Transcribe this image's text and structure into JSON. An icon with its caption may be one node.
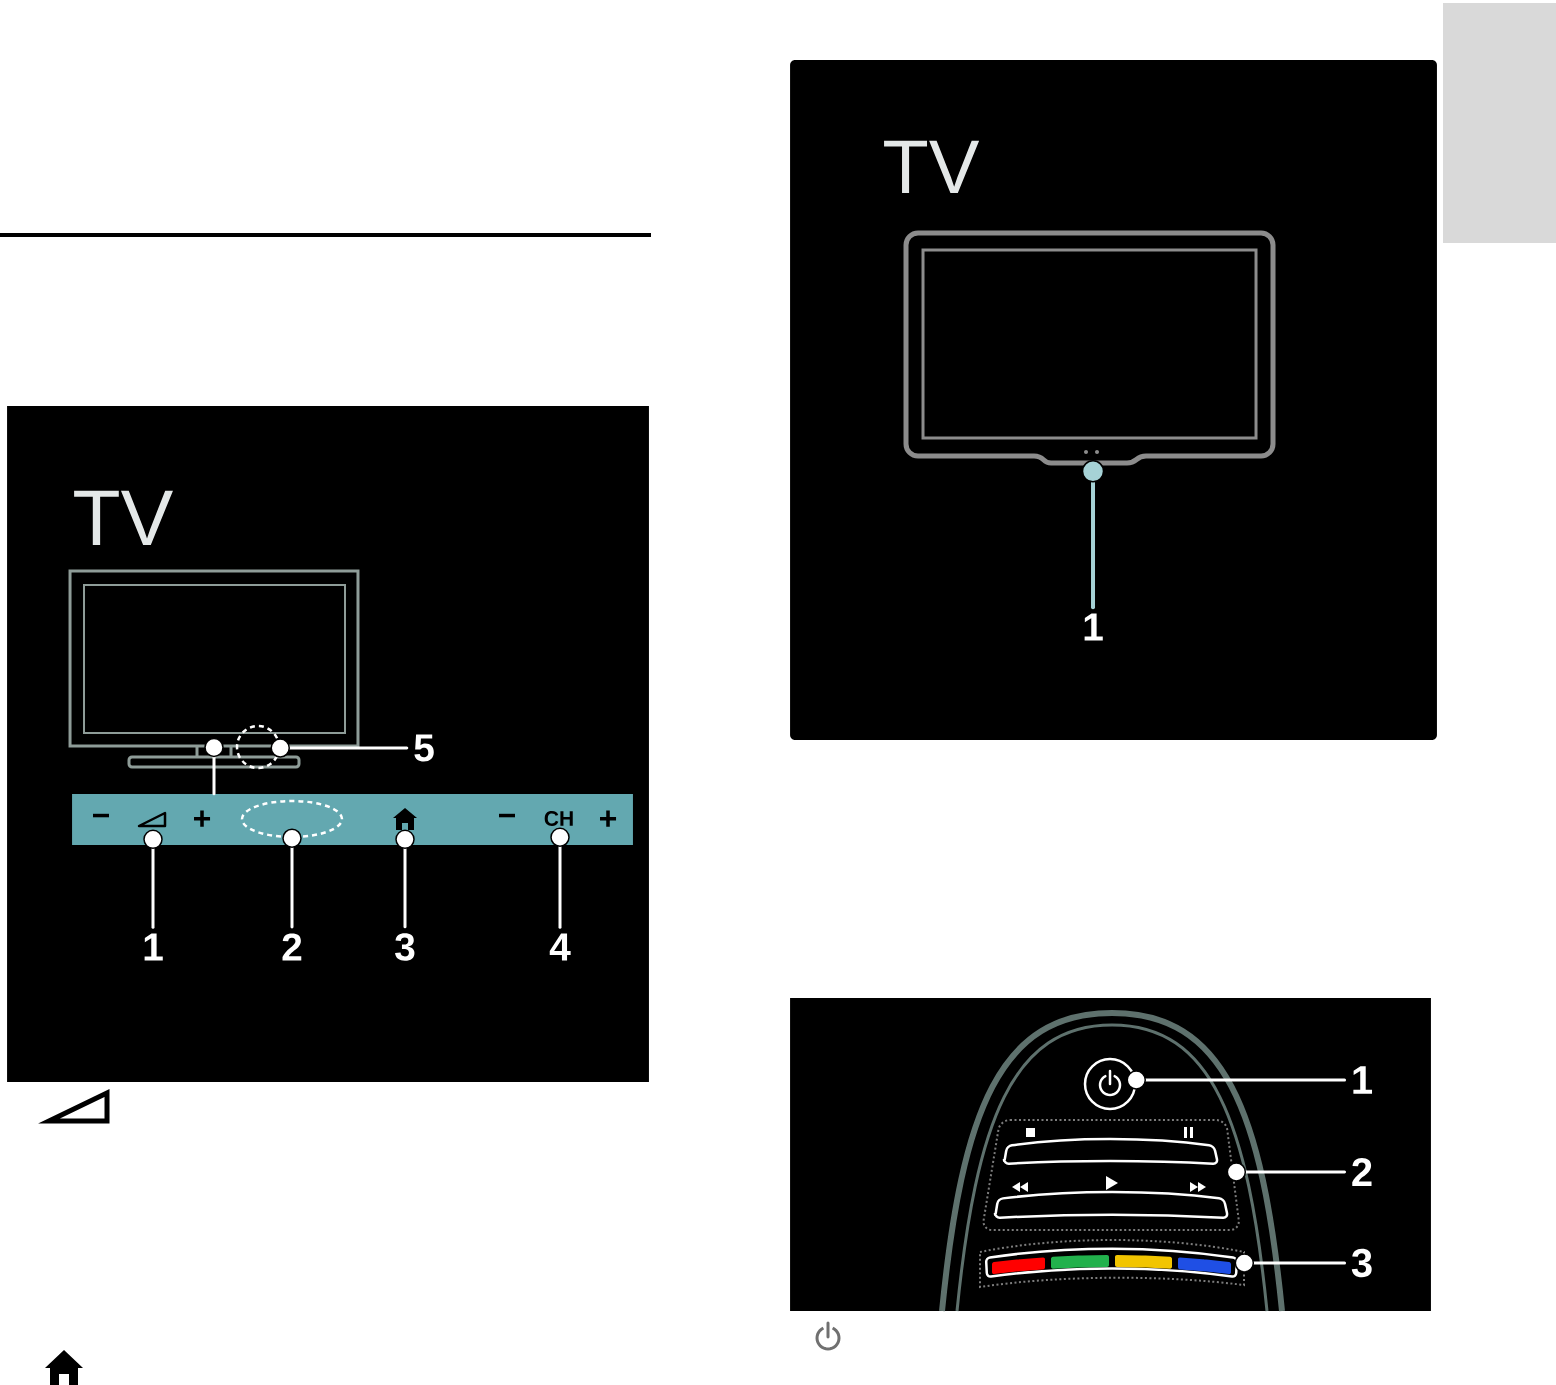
{
  "diagram": {
    "nodes": [
      {
        "text": [
          "TV"
        ]
      },
      {
        "text": [],
        "shape": "picture",
        "in": 0
      },
      {
        "text": [],
        "shape": "circle",
        "in": 0
      },
      {
        "text": [
          "5"
        ],
        "in": 0
      },
      {
        "text": [
          "−",
          "+",
          "−",
          "+"
        ],
        "in": 0
      },
      {
        "text": [],
        "shape": "picture",
        "in": 4
      },
      {
        "text": [],
        "shape": "ellipse",
        "in": 4
      },
      {
        "text": [],
        "shape": "picture",
        "in": 4
      },
      {
        "text": [
          "CH"
        ],
        "in": 4
      },
      {
        "text": [
          "1"
        ],
        "in": 0
      },
      {
        "text": [
          "2"
        ],
        "in": 0
      },
      {
        "text": [
          "3"
        ],
        "in": 0
      },
      {
        "text": [
          "4"
        ],
        "in": 0
      },
      {
        "text": [
          "TV"
        ]
      },
      {
        "text": [],
        "shape": "picture",
        "in": 13
      },
      {
        "text": [
          "1"
        ],
        "in": 13
      },
      {
        "text": [],
        "shape": "box"
      },
      {
        "text": [],
        "shape": "circle",
        "in": 16
      },
      {
        "text": [],
        "shape": "box",
        "in": 16
      },
      {
        "text": [],
        "shape": "box",
        "in": 16
      },
      {
        "text": [
          "1"
        ],
        "in": 16
      },
      {
        "text": [
          "2"
        ],
        "in": 16
      },
      {
        "text": [
          "3"
        ],
        "in": 16
      },
      {
        "text": [],
        "shape": "box"
      }
    ],
    "edges": [
      {
        "from": 4,
        "to": 1,
        "arrow": "other"
      },
      {
        "from": 3,
        "to": 2,
        "arrow": "other"
      },
      {
        "from": 9,
        "to": 5,
        "arrow": "other"
      },
      {
        "from": 10,
        "to": 6,
        "arrow": "other"
      },
      {
        "from": 11,
        "to": 7,
        "arrow": "other"
      },
      {
        "from": 12,
        "to": 8,
        "arrow": "other"
      },
      {
        "from": 15,
        "to": 14,
        "arrow": "other",
        "color": "#a6d2d6"
      },
      {
        "from": 20,
        "to": 17,
        "arrow": "other"
      },
      {
        "from": 21,
        "to": 18,
        "arrow": "other"
      },
      {
        "from": 22,
        "to": 19,
        "arrow": "other"
      }
    ]
  }
}
